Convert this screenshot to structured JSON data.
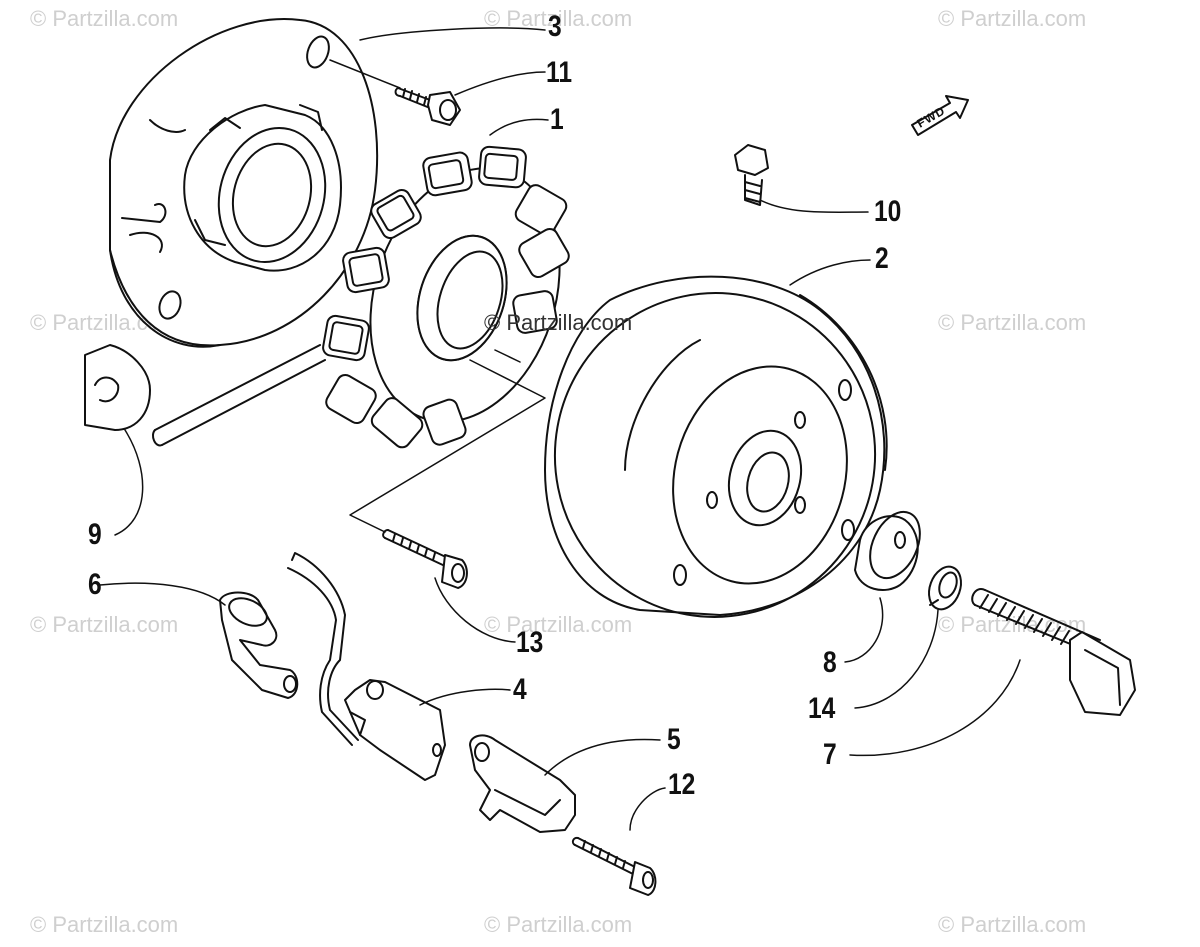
{
  "watermark_text": "© Partzilla.com",
  "center_watermark": "© Partzilla.com",
  "direction_label": "FWD",
  "callouts": {
    "p1": "1",
    "p2": "2",
    "p3": "3",
    "p4": "4",
    "p5": "5",
    "p6": "6",
    "p7": "7",
    "p8": "8",
    "p9": "9",
    "p10": "10",
    "p11": "11",
    "p12": "12",
    "p13": "13",
    "p14": "14"
  },
  "colors": {
    "line": "#111111",
    "watermark": "#cfcfcf",
    "background": "#ffffff"
  }
}
